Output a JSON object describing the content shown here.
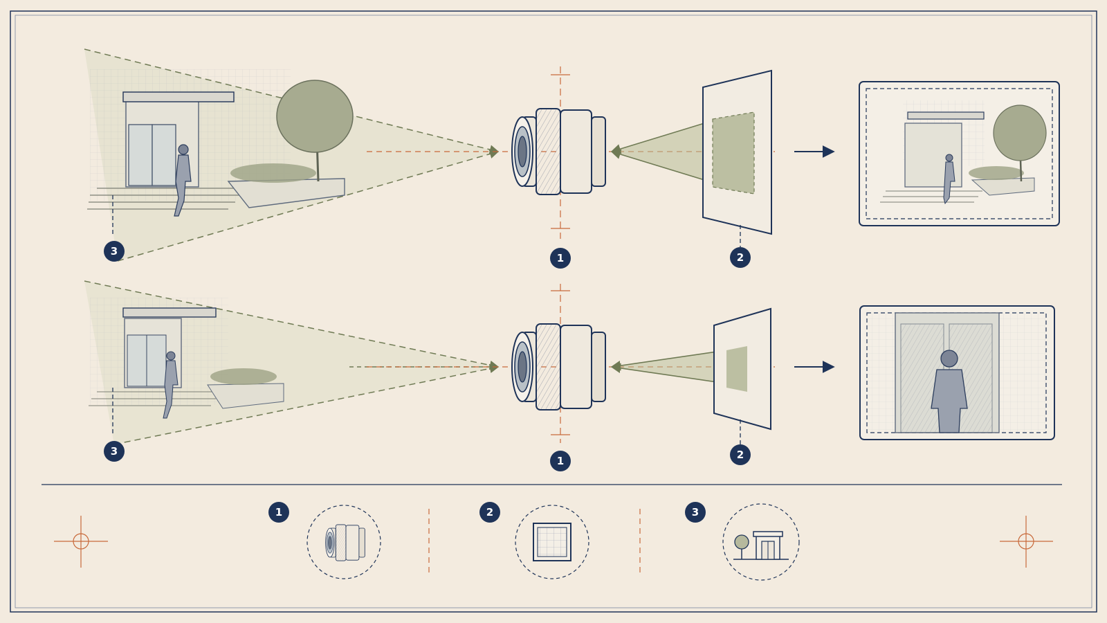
{
  "colors": {
    "background": "#f3ebdf",
    "ink": "#1e3358",
    "guide": "#c8693a",
    "sketch": "#7d7f75",
    "beam": "#6f7a54",
    "beam_fill": "#b8bd98"
  },
  "legend": {
    "items": [
      {
        "number": "1",
        "icon": "lens-icon"
      },
      {
        "number": "2",
        "icon": "sensor-icon"
      },
      {
        "number": "3",
        "icon": "scene-icon"
      }
    ]
  },
  "rows": [
    {
      "id": "wide",
      "badges": {
        "lens": "1",
        "sensor": "2",
        "scene": "3"
      },
      "result": "wide-scene-thumbnail"
    },
    {
      "id": "narrow",
      "badges": {
        "lens": "1",
        "sensor": "2",
        "scene": "3"
      },
      "result": "cropped-person-thumbnail"
    }
  ]
}
